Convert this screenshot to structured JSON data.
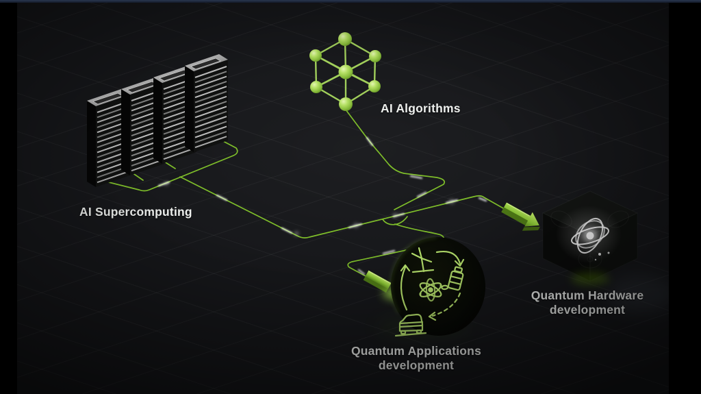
{
  "title": "AI and Quantum computing ecosystem diagram",
  "nodes": {
    "supercomputing": {
      "label": "AI Supercomputing"
    },
    "algorithms": {
      "label": "AI Algorithms"
    },
    "applications": {
      "line1": "Quantum Applications",
      "line2": "development"
    },
    "hardware": {
      "line1": "Quantum Hardware",
      "line2": "development"
    }
  },
  "icons": [
    "server-rack-icon",
    "neural-network-icon",
    "wind-turbine-icon",
    "atom-icon",
    "pill-bottle-icon",
    "car-icon",
    "quantum-atom-icon",
    "arrow-connector-icon",
    "circuit-trace"
  ],
  "colors": {
    "accent_green": "#76b900",
    "trace_green": "#7fbf2a",
    "icon_green": "#b7e26d",
    "sphere_green": "#a9d95f",
    "text": "#edefed",
    "background": "#16171a",
    "top_strip": "#2a3750"
  }
}
